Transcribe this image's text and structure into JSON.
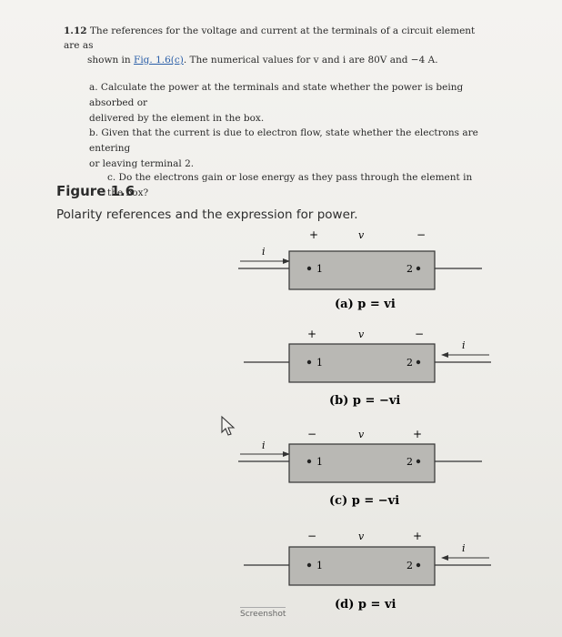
{
  "problem": {
    "number": "1.12",
    "intro_line1": "The references for the voltage and current at the terminals of a circuit element are as",
    "intro_line2_pre": "shown in ",
    "fig_link": "Fig. 1.6(c)",
    "intro_line2_post": ". The numerical values for v and i are 80V and −4 A.",
    "part_a_line1": "a. Calculate the power at the terminals and state whether the power is being absorbed or",
    "part_a_line2": "delivered by the element in the box.",
    "part_b_line1": "b. Given that the current is due to electron flow, state whether the electrons are entering",
    "part_b_line2": "or leaving terminal 2.",
    "part_c_line1": "c. Do the electrons gain or lose energy as they pass through the element in the box?"
  },
  "figure": {
    "title": "Figure 1.6",
    "caption": "Polarity references and the expression for power.",
    "panels": [
      {
        "left_sign": "+",
        "right_sign": "−",
        "v_label": "v",
        "i_label": "i",
        "terminal1": "1",
        "terminal2": "2",
        "formula": "(a) p = vi"
      },
      {
        "left_sign": "+",
        "right_sign": "−",
        "v_label": "v",
        "i_label": "i",
        "terminal1": "1",
        "terminal2": "2",
        "formula": "(b) p = −vi"
      },
      {
        "left_sign": "−",
        "right_sign": "+",
        "v_label": "v",
        "i_label": "i",
        "terminal1": "1",
        "terminal2": "2",
        "formula": "(c) p = −vi"
      },
      {
        "left_sign": "−",
        "right_sign": "+",
        "v_label": "v",
        "i_label": "i",
        "terminal1": "1",
        "terminal2": "2",
        "formula": "(d) p = vi"
      }
    ]
  },
  "watermark": "Screenshot"
}
